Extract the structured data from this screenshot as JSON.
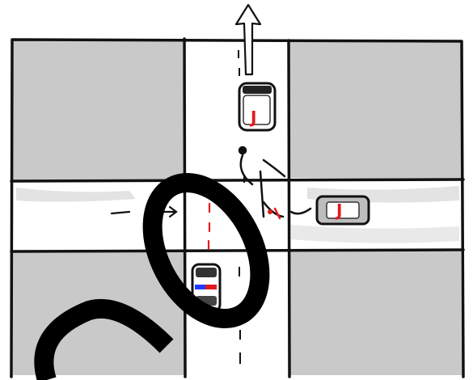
{
  "diagram": {
    "colors": {
      "block": "#c9c9c9",
      "road": "#ffffff",
      "ink": "#111111",
      "accent": "#e11b1b",
      "siren_blue": "#1d3cff",
      "watermark": "#000000"
    },
    "vehicles": [
      {
        "role": "car-northbound",
        "label": "J"
      },
      {
        "role": "car-from-east",
        "label": "J"
      },
      {
        "role": "police-car",
        "label": ""
      }
    ],
    "watermark": "CO",
    "icons": [
      "north-arrow-icon",
      "direction-arrow-icon",
      "pedestrian-figure-icon"
    ]
  }
}
